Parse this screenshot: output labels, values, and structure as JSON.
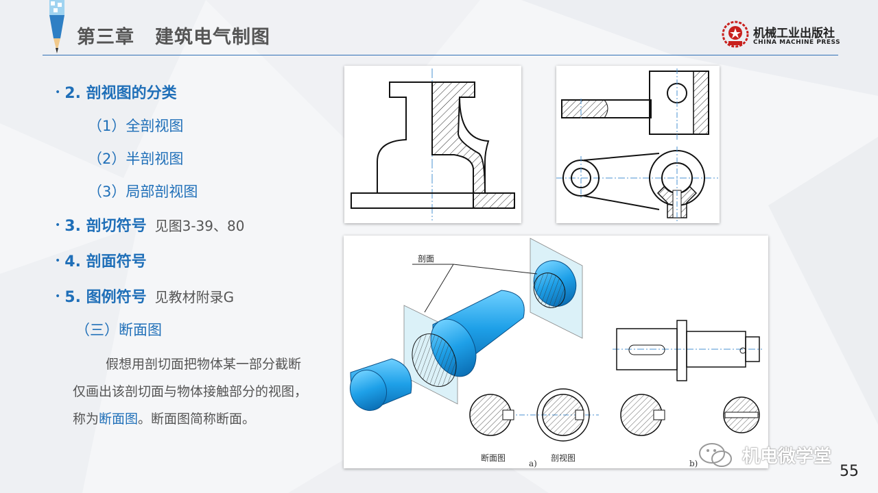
{
  "header": {
    "chapter": "第三章",
    "title": "建筑电气制图"
  },
  "logo": {
    "name_cn": "机械工业出版社",
    "name_en": "CHINA MACHINE PRESS"
  },
  "outline": [
    {
      "text": "2. 剖视图的分类",
      "note": ""
    },
    {
      "text": "（1）全剖视图"
    },
    {
      "text": "（2）半剖视图"
    },
    {
      "text": "（3）局部剖视图"
    },
    {
      "text": "3. 剖切符号",
      "note": "见图3-39、80"
    },
    {
      "text": "4. 剖面符号",
      "note": ""
    },
    {
      "text": "5. 图例符号",
      "note": "见教材附录G"
    },
    {
      "text": "（三）断面图"
    }
  ],
  "paragraph": {
    "before": "假想用剖切面把物体某一部分截断仅画出该剖切面与物体接触部分的视图，称为",
    "highlight": "断面图",
    "after": "。断面图简称断面。"
  },
  "figure": {
    "label_plane": "剖面",
    "label_section": "断面图",
    "label_view": "剖视图",
    "label_a": "a)",
    "label_b": "b)"
  },
  "watermark": {
    "text": "机电微学堂"
  },
  "page_number": "55",
  "colors": {
    "accent": "#1f6fb8",
    "rule": "#2f6fb5",
    "part": "#29a3e0"
  }
}
